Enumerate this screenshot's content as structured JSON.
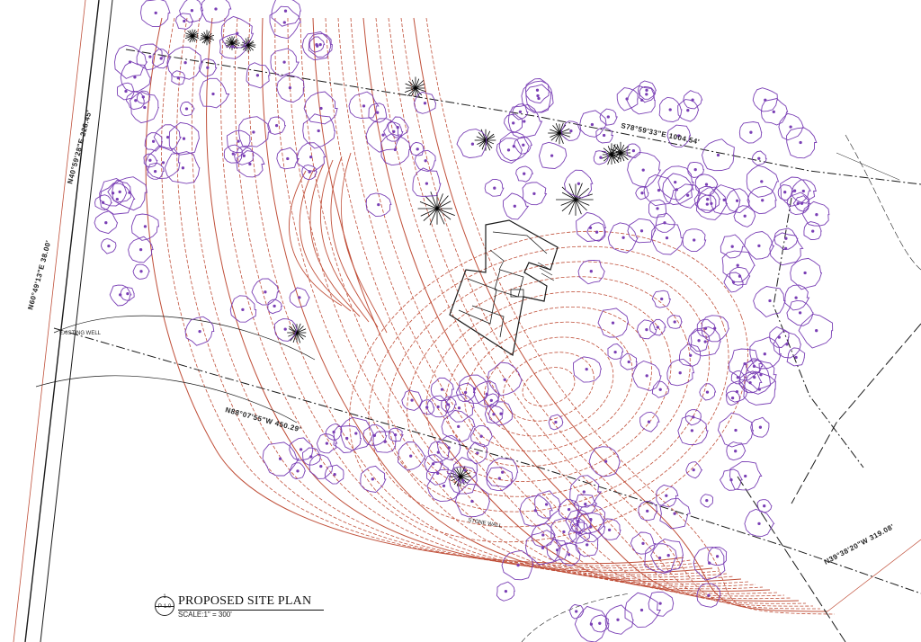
{
  "drawing": {
    "title": "PROPOSED SITE PLAN",
    "scale": "SCALE:1\" = 300'",
    "detail_number": "1",
    "sheet_number": "P-1.0"
  },
  "annotations": {
    "road_west_a": "N40°59'28\"E 228.45'",
    "road_west_b": "N60°49'13\"E 38.00'",
    "north_bearing": "S78°59'33\"E 1004.54'",
    "south_bearing": "N88°07'55\"W 450.29'",
    "east_bearing": "N39°38'20\"W 319.08'",
    "well_note": "EXISTING WELL",
    "small_note": "STONE WALL"
  },
  "colors": {
    "trees": "#7a3fb5",
    "contours": "#c0503a",
    "linework": "#1a1a1a",
    "conifers": "#000000"
  }
}
